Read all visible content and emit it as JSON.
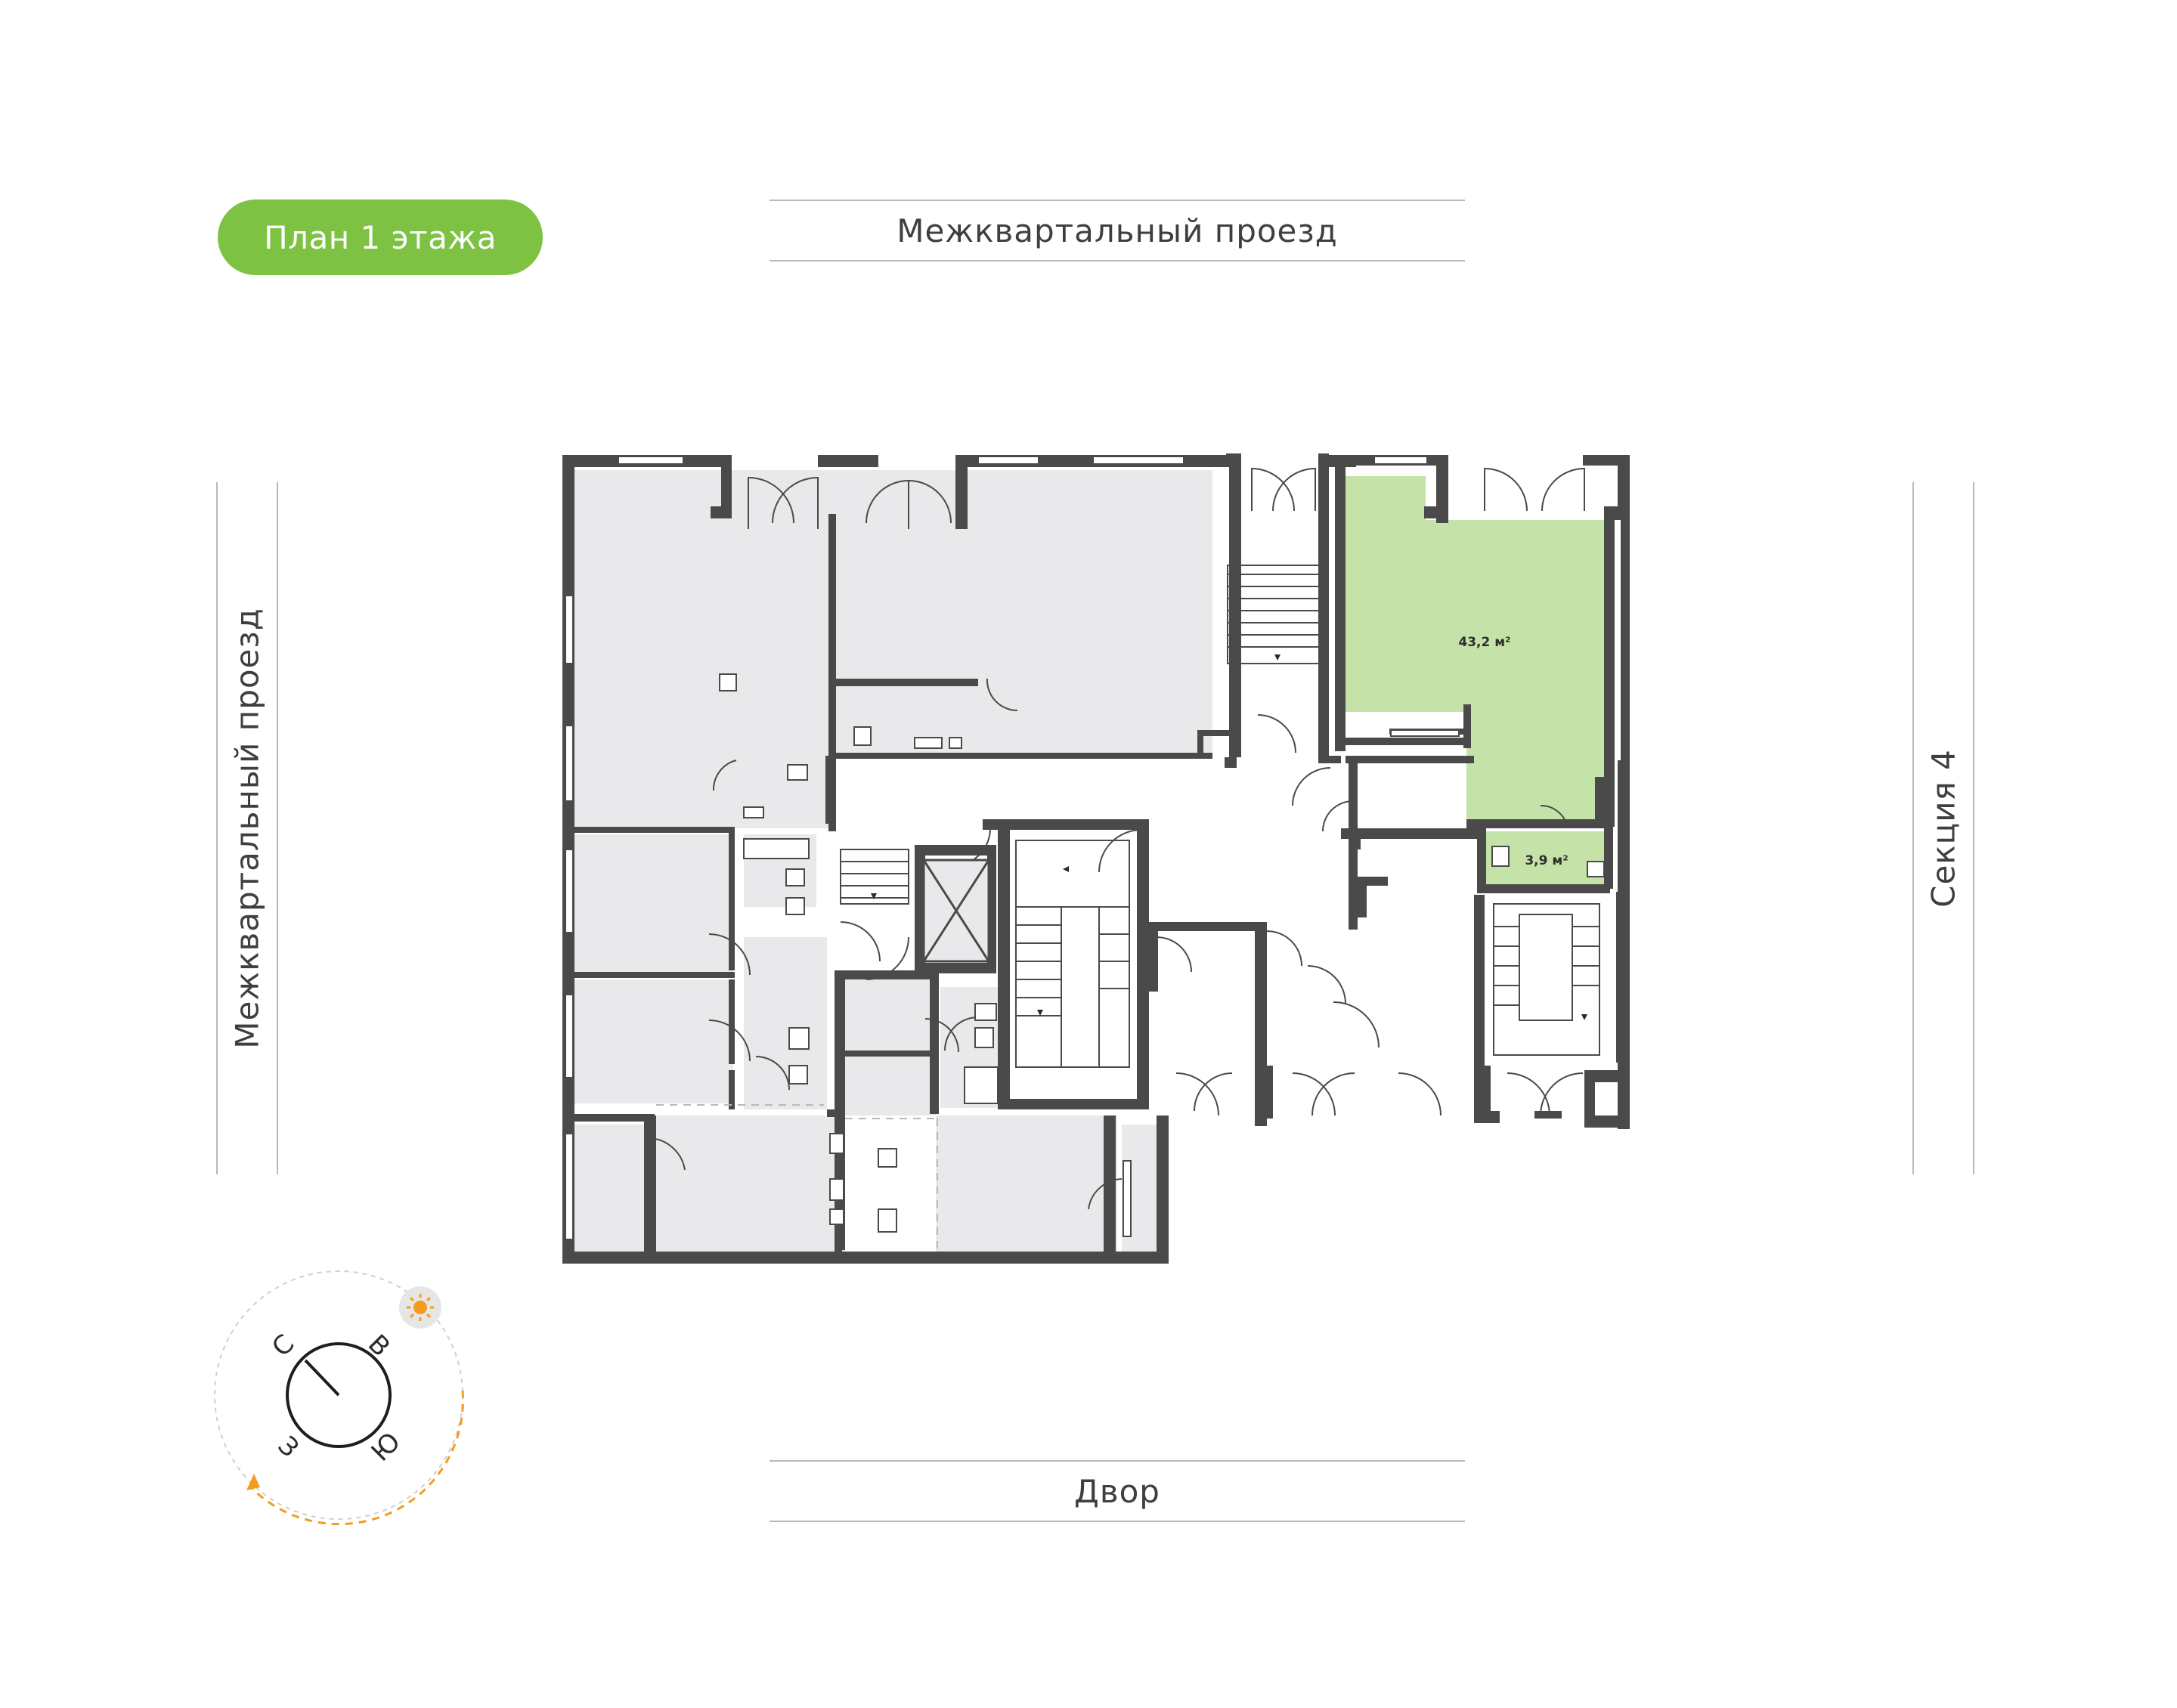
{
  "badge": {
    "label": "План 1 этажа",
    "color": "#7dc242"
  },
  "streets": {
    "top": "Межквартальный проезд",
    "left": "Межквартальный проезд",
    "right": "Секция 4",
    "bottom": "Двор"
  },
  "units": [
    {
      "area": "43,2 м²",
      "status": "highlighted"
    },
    {
      "area": "3,9 м²",
      "status": "highlighted"
    }
  ],
  "compass": {
    "north": "С",
    "east": "В",
    "south": "Ю",
    "west": "З"
  },
  "icons": {
    "sun": "sun-icon",
    "sun_path": "dashed-arrow"
  },
  "colors": {
    "wall": "#4a4a4a",
    "room": "#e9e9eb",
    "highlight": "#c5e3a8",
    "sun": "#f39c1f"
  }
}
